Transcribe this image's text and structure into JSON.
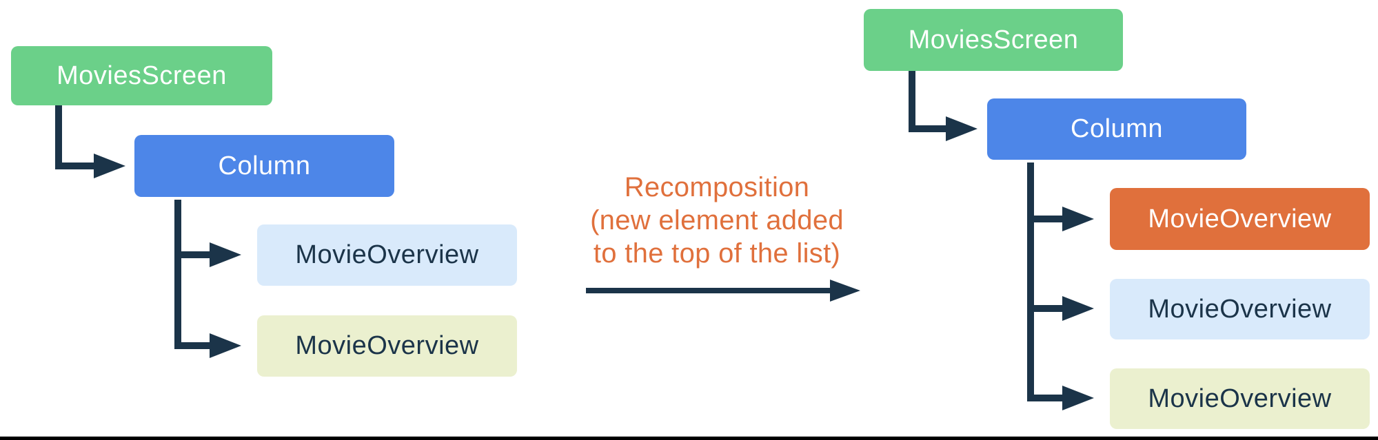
{
  "colors": {
    "green": "#6BD089",
    "blue": "#4D86E8",
    "orange": "#E0703C",
    "light_blue": "#D9EAFB",
    "pale_yellow": "#EBF0CF",
    "dark_navy": "#1B3449",
    "white_text": "#FFFFFF"
  },
  "left_tree": {
    "root_label": "MoviesScreen",
    "container_label": "Column",
    "children": [
      {
        "label": "MovieOverview"
      },
      {
        "label": "MovieOverview"
      }
    ]
  },
  "transition": {
    "label_line1": "Recomposition",
    "label_line2": "(new element added",
    "label_line3": "to the top of the list)"
  },
  "right_tree": {
    "root_label": "MoviesScreen",
    "container_label": "Column",
    "children": [
      {
        "label": "MovieOverview",
        "highlight": "new-element"
      },
      {
        "label": "MovieOverview"
      },
      {
        "label": "MovieOverview"
      }
    ]
  }
}
